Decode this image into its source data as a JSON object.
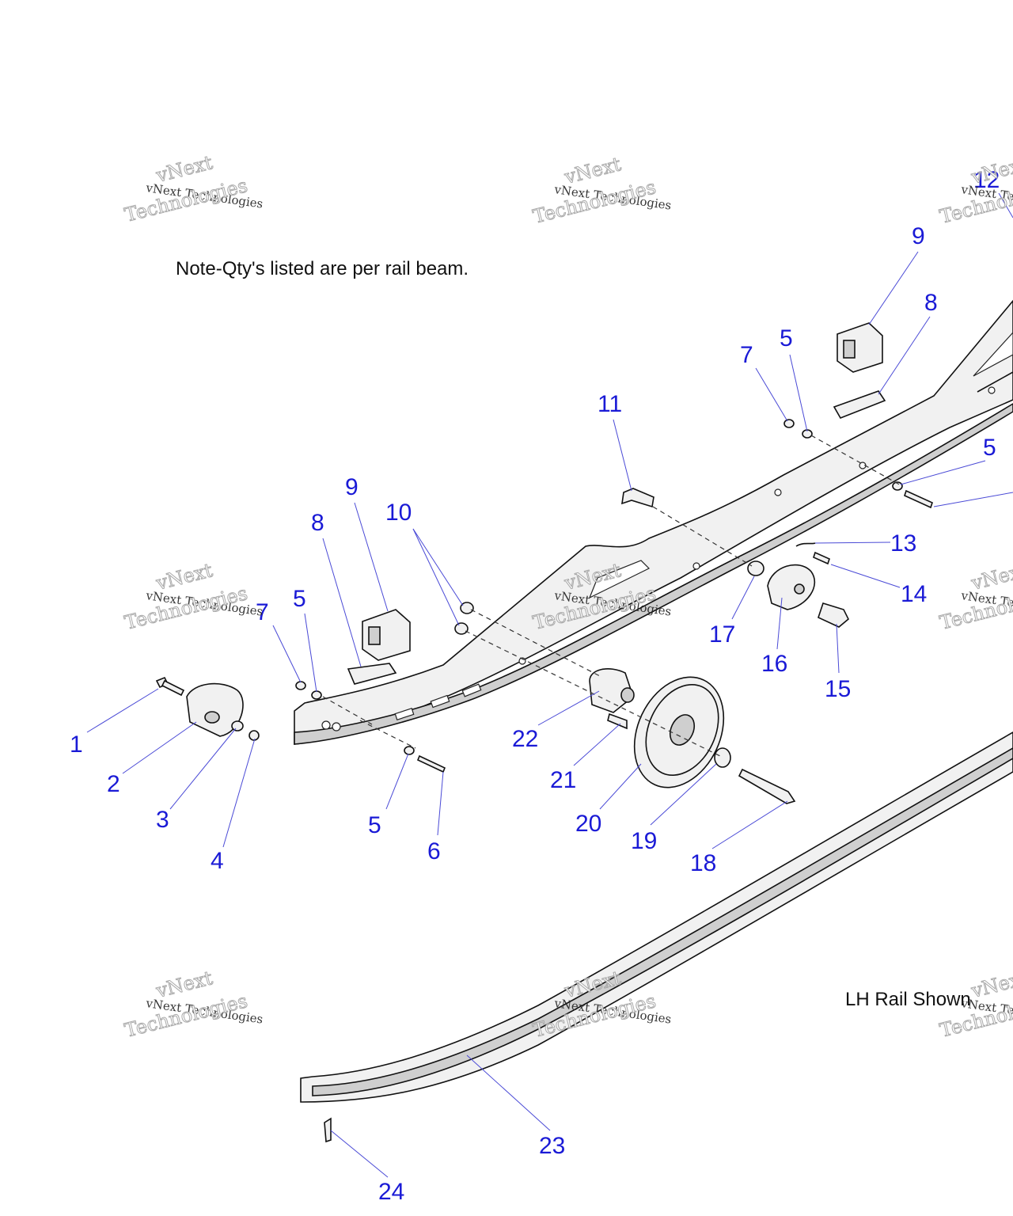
{
  "note": "Note-Qty's listed are per rail beam.",
  "side_label": "LH Rail Shown",
  "watermark": {
    "line1": "vNext Technologies",
    "line2": "vNext",
    "line3": "Technologies"
  },
  "callouts": [
    "1",
    "2",
    "3",
    "4",
    "5",
    "6",
    "7",
    "8",
    "9",
    "10",
    "11",
    "12",
    "13",
    "14",
    "15",
    "16",
    "17",
    "18",
    "19",
    "20",
    "21",
    "22",
    "23",
    "24"
  ],
  "colors": {
    "callout": "#1a1ad6",
    "leader": "#4a4ad6"
  }
}
